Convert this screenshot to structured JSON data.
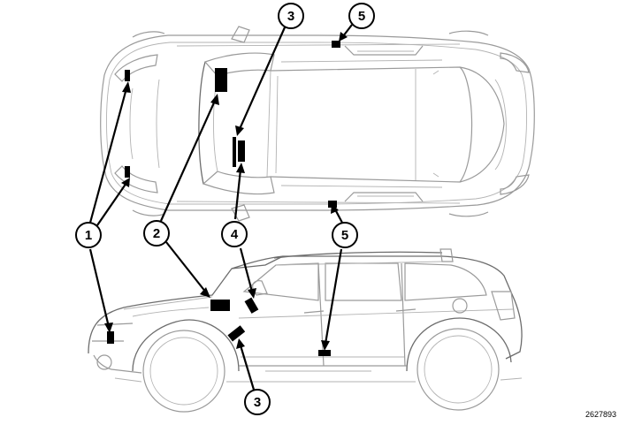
{
  "figure_id": "2627893",
  "callouts": [
    {
      "id": "c1",
      "label": "1"
    },
    {
      "id": "c2",
      "label": "2"
    },
    {
      "id": "c3-top",
      "label": "3"
    },
    {
      "id": "c3-bottom",
      "label": "3"
    },
    {
      "id": "c4",
      "label": "4"
    },
    {
      "id": "c5-top",
      "label": "5"
    },
    {
      "id": "c5-bottom",
      "label": "5"
    }
  ],
  "colors": {
    "line": "#000000",
    "outline": "#9a9a9a",
    "background": "#ffffff"
  }
}
